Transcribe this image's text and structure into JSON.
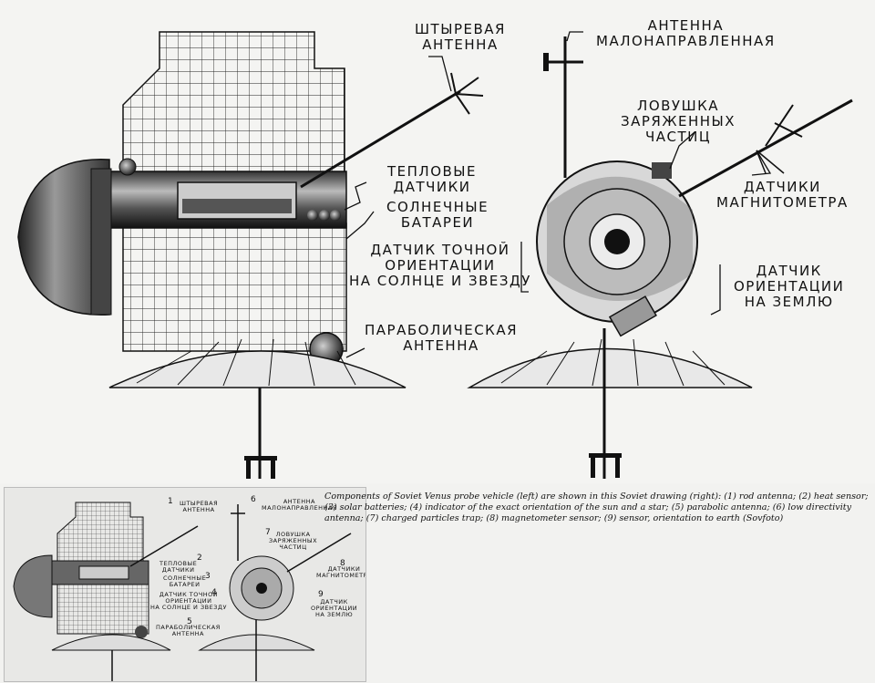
{
  "labels": {
    "rod_antenna": "Штыревая\nантенна",
    "low_directivity_antenna": "Антенна\nмалонаправленная",
    "heat_sensors": "Тепловые\nдатчики",
    "solar_batteries": "Солнечные\nбатареи",
    "charged_particles_trap": "Ловушка\nзаряженных\nчастиц",
    "magnetometer_sensors": "Датчики\nмагнитометра",
    "exact_orientation_indicator": "Датчик точной\nориентации\nна Солнце и Звезду",
    "earth_orientation_sensor": "Датчик\nориентации\nна Землю",
    "parabolic_antenna": "Параболическая\nантенна"
  },
  "thumbnail_numbers": [
    "1",
    "2",
    "3",
    "4",
    "5",
    "6",
    "7",
    "8",
    "9"
  ],
  "caption": "Components of Soviet Venus probe vehicle (left) are shown in this Soviet drawing (right): (1) rod antenna; (2) heat sensor; (3) solar batteries; (4) indicator of the exact orientation of the sun and a star; (5) parabolic antenna; (6) low directivity antenna; (7) charged particles trap; (8) magnetometer sensor; (9) sensor, orientation to earth (Sovfoto)"
}
